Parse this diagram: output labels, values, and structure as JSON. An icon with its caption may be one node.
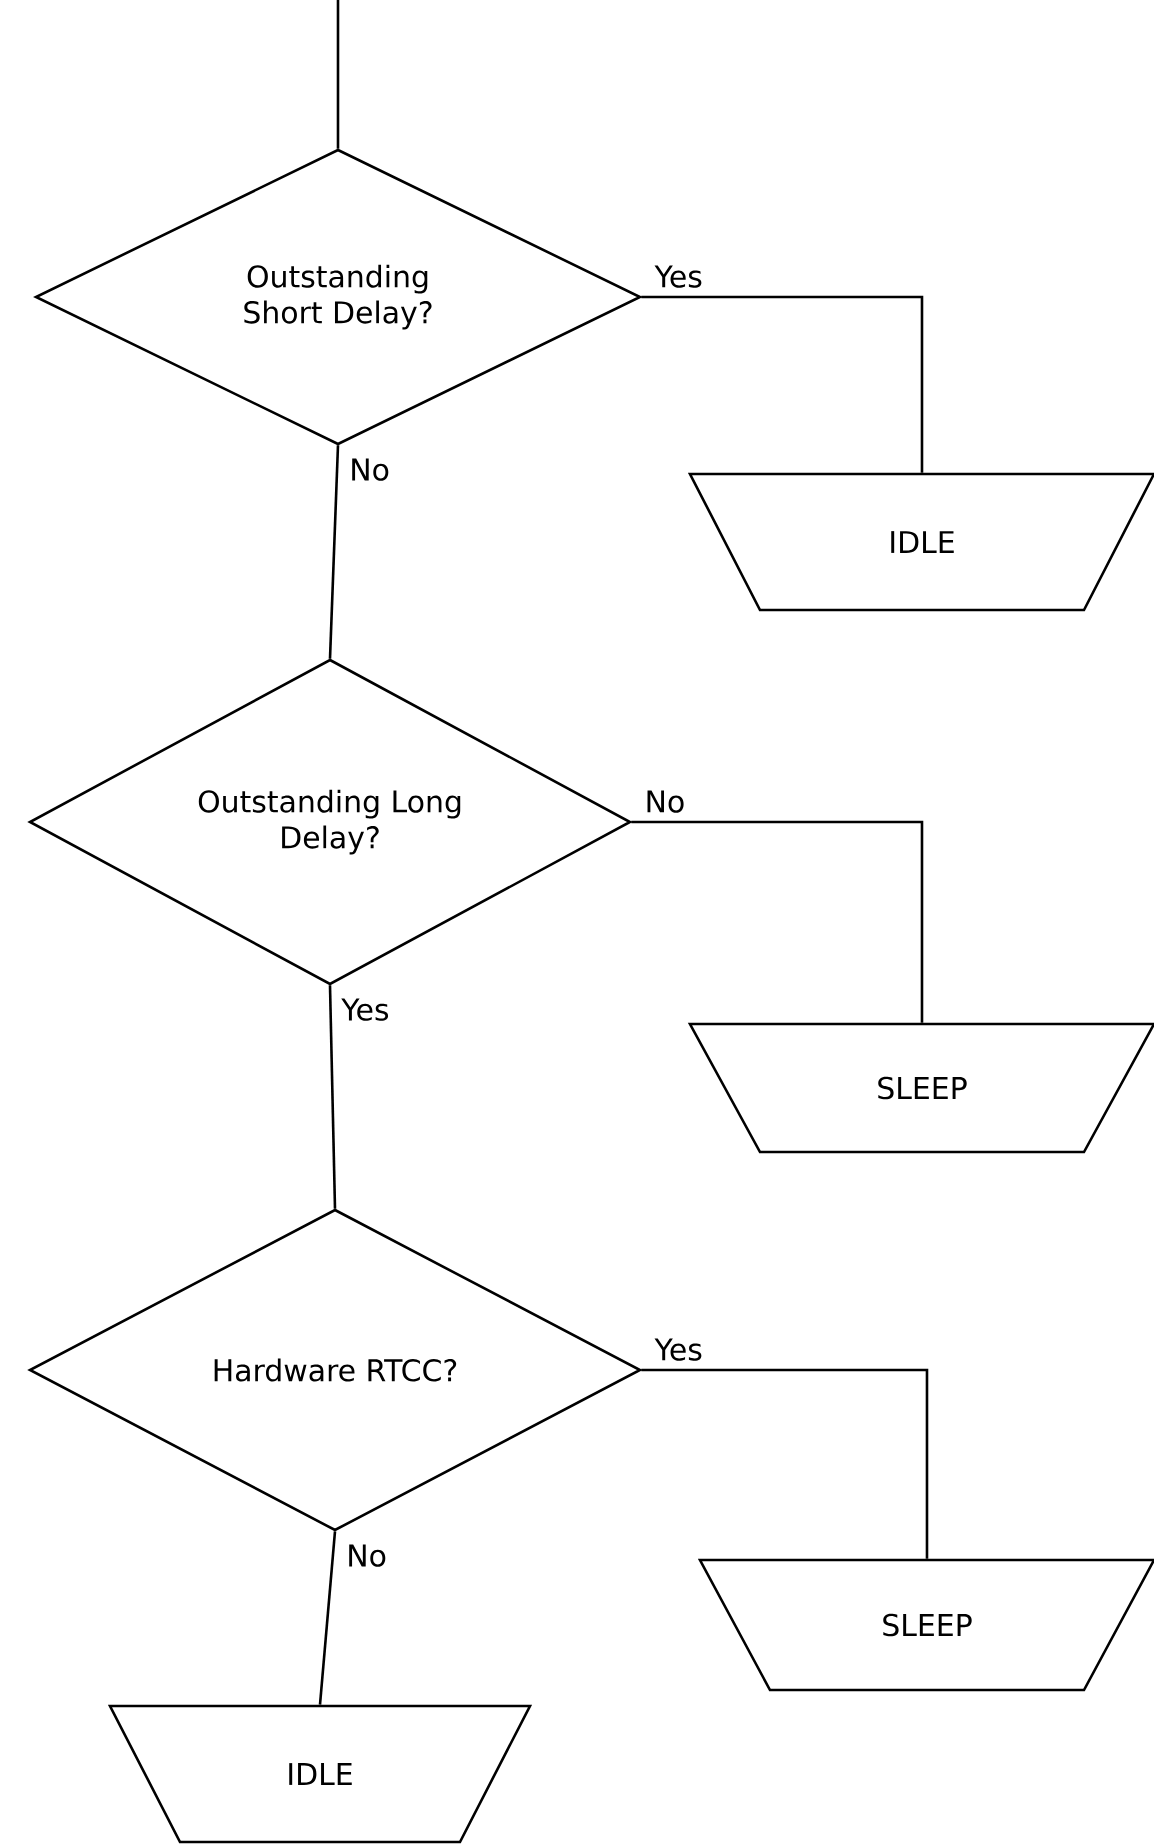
{
  "diagram": {
    "nodes": [
      {
        "text": [
          "Outstanding Short Delay?"
        ]
      },
      {
        "text": [
          "IDLE"
        ]
      },
      {
        "text": [
          "Outstanding Long Delay?"
        ]
      },
      {
        "text": [
          "SLEEP"
        ]
      },
      {
        "text": [
          "Hardware RTCC?"
        ]
      },
      {
        "text": [
          "SLEEP"
        ]
      },
      {
        "text": [
          "IDLE"
        ]
      }
    ],
    "edges": [
      {
        "from": null,
        "to": 0,
        "arrow": "none"
      },
      {
        "from": 0,
        "to": 1,
        "arrow": "none",
        "label": "Yes"
      },
      {
        "from": 0,
        "to": 2,
        "arrow": "none",
        "label": "No"
      },
      {
        "from": 2,
        "to": 3,
        "arrow": "none",
        "label": "No"
      },
      {
        "from": 2,
        "to": 4,
        "arrow": "none",
        "label": "Yes"
      },
      {
        "from": 4,
        "to": 5,
        "arrow": "none",
        "label": "Yes"
      },
      {
        "from": 4,
        "to": 6,
        "arrow": "none",
        "label": "No"
      }
    ]
  }
}
